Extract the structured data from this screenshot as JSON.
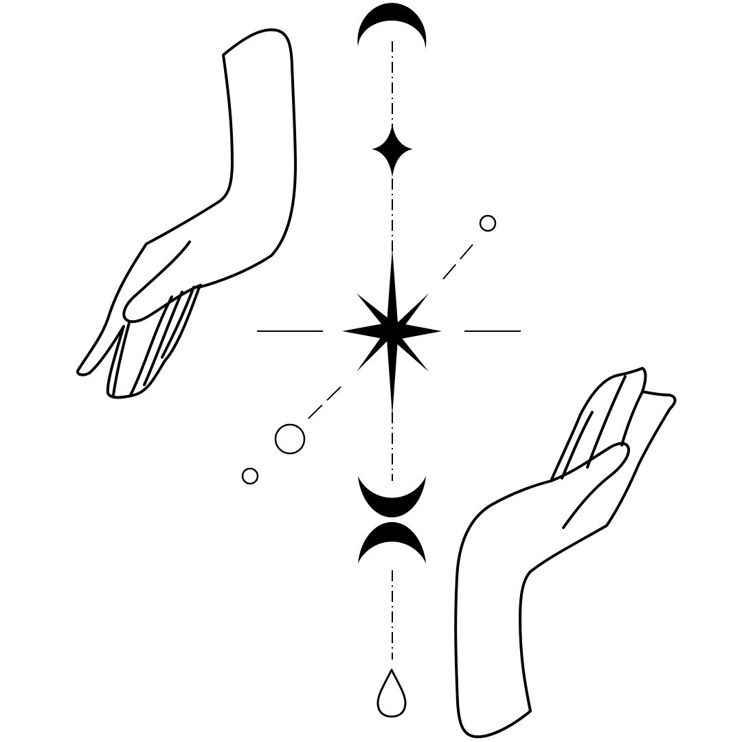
{
  "artwork": {
    "colors": {
      "ink": "#000000",
      "background": "#ffffff"
    },
    "elements": [
      "crescent-moon-icon",
      "four-point-star-icon",
      "eight-point-star-icon",
      "double-crescent-icon",
      "droplet-icon",
      "upper-hand",
      "lower-hand",
      "orbit-circles"
    ]
  }
}
